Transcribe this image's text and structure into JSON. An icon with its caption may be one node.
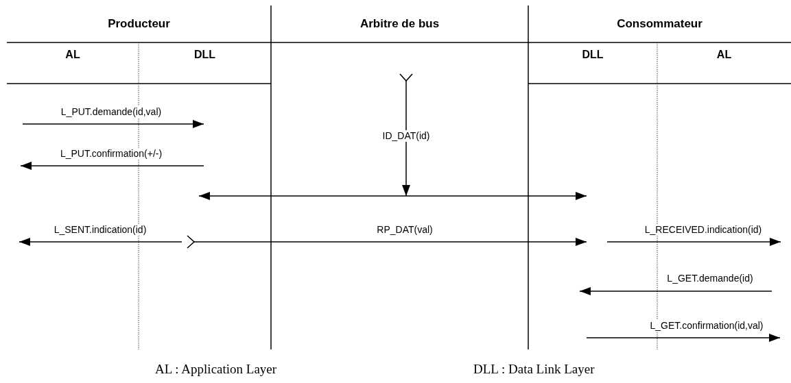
{
  "diagram": {
    "nodes": [
      {
        "text": [
          "Producteur"
        ]
      },
      {
        "text": [
          "AL"
        ],
        "in": 0
      },
      {
        "text": [
          "DLL"
        ],
        "in": 0
      },
      {
        "text": [
          "Arbitre de bus"
        ]
      },
      {
        "text": [
          "Consommateur"
        ]
      },
      {
        "text": [
          "DLL"
        ],
        "in": 4
      },
      {
        "text": [
          "AL"
        ],
        "in": 4
      }
    ],
    "labels": [
      "L_PUT.demande(id,val)",
      "ID_DAT(id)",
      "L_PUT.confirmation(+/-)",
      "L_SENT.indication(id)",
      "RP_DAT(val)",
      "L_RECEIVED.indication(id)",
      "L_GET.demande(id)",
      "L_GET.confirmation(id,val)",
      "AL : Application Layer",
      "DLL : Data Link Layer"
    ]
  }
}
